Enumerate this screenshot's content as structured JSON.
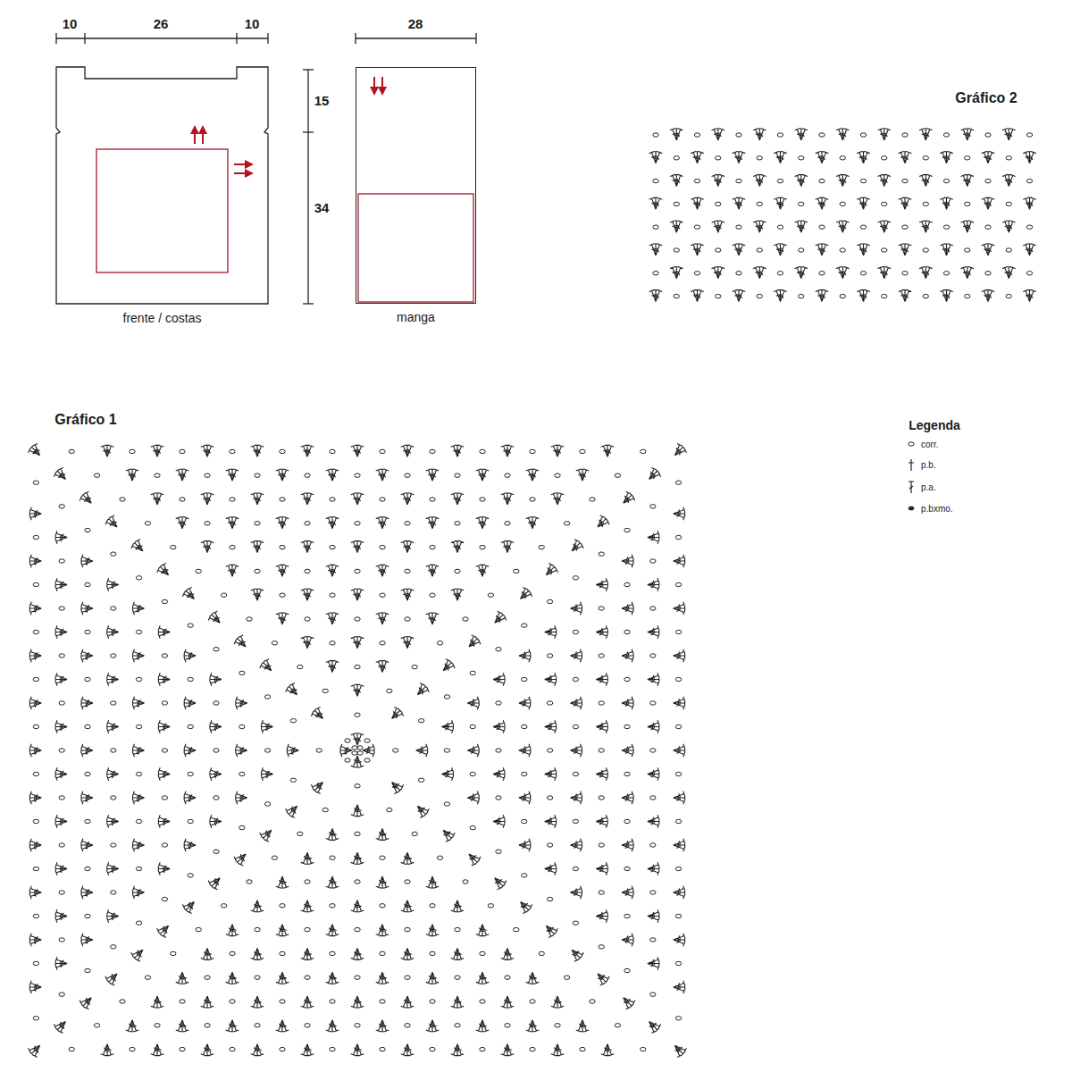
{
  "diagram": {
    "nodes": [
      {
        "text": [
          "frente / costas"
        ]
      },
      {
        "text": [
          "manga"
        ]
      }
    ],
    "labels": [
      "10",
      "26",
      "10",
      "28",
      "15",
      "34",
      "Gráfico 2",
      "Gráfico 1",
      "Legenda"
    ],
    "legend": [
      {
        "text": "corr."
      },
      {
        "text": "p.b."
      },
      {
        "text": "p.a."
      },
      {
        "text": "p.bxmo."
      }
    ]
  }
}
